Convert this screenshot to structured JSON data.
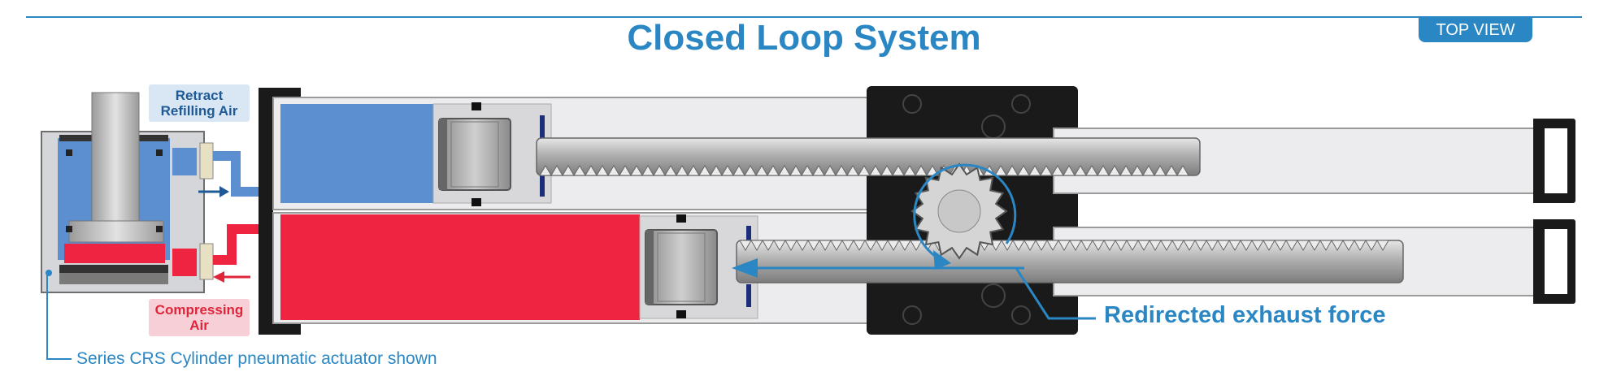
{
  "title": "Closed Loop System",
  "badge": "TOP VIEW",
  "labels": {
    "retract_line1": "Retract",
    "retract_line2": "Refilling Air",
    "compress_line1": "Compressing",
    "compress_line2": "Air",
    "exhaust": "Redirected exhaust force",
    "series": "Series CRS Cylinder pneumatic actuator shown"
  },
  "colors": {
    "accent": "#2a87c4",
    "retract_air": "#5b8fd0",
    "compress_air": "#ee2440",
    "housing": "#1a1a1a",
    "metal": "#b9b9b9"
  },
  "icons": [
    "retract-arrow-icon",
    "compress-arrow-icon",
    "exhaust-arrow-icon",
    "pinion-rotation-arrow-icon"
  ]
}
